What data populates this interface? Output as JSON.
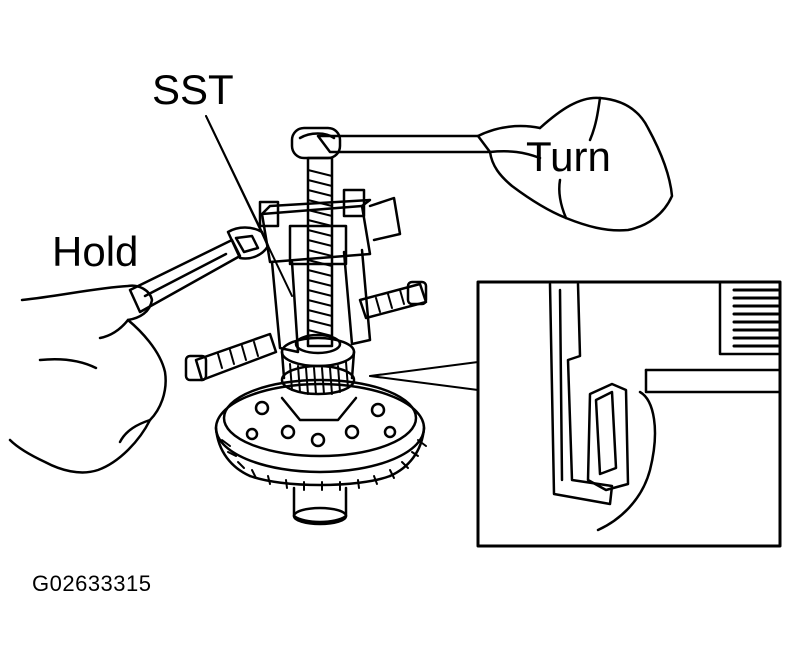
{
  "labels": {
    "sst": "SST",
    "turn": "Turn",
    "hold": "Hold",
    "figure_code": "G02633315"
  },
  "colors": {
    "ink": "#000000",
    "paper": "#ffffff"
  }
}
